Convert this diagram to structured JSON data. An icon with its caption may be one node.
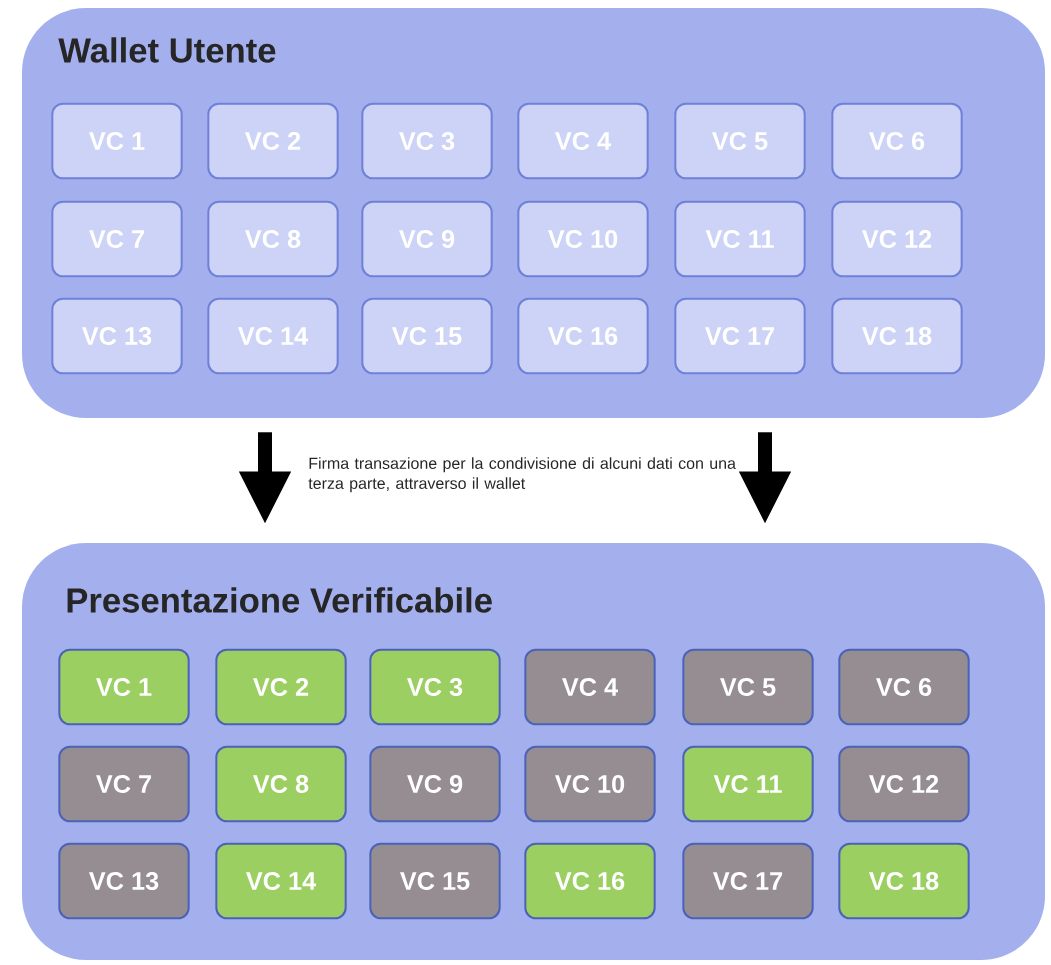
{
  "diagram": {
    "nodes": [
      {
        "text": [
          "Wallet Utente"
        ]
      },
      {
        "text": [
          "VC 1"
        ],
        "in": 0
      },
      {
        "text": [
          "VC 2"
        ],
        "in": 0
      },
      {
        "text": [
          "VC 3"
        ],
        "in": 0
      },
      {
        "text": [
          "VC 4"
        ],
        "in": 0
      },
      {
        "text": [
          "VC 5"
        ],
        "in": 0
      },
      {
        "text": [
          "VC 6"
        ],
        "in": 0
      },
      {
        "text": [
          "VC 7"
        ],
        "in": 0
      },
      {
        "text": [
          "VC 8"
        ],
        "in": 0
      },
      {
        "text": [
          "VC 9"
        ],
        "in": 0
      },
      {
        "text": [
          "VC 10"
        ],
        "in": 0
      },
      {
        "text": [
          "VC 11"
        ],
        "in": 0
      },
      {
        "text": [
          "VC 12"
        ],
        "in": 0
      },
      {
        "text": [
          "VC 13"
        ],
        "in": 0
      },
      {
        "text": [
          "VC 14"
        ],
        "in": 0
      },
      {
        "text": [
          "VC 15"
        ],
        "in": 0
      },
      {
        "text": [
          "VC 16"
        ],
        "in": 0
      },
      {
        "text": [
          "VC 17"
        ],
        "in": 0
      },
      {
        "text": [
          "VC 18"
        ],
        "in": 0
      },
      {
        "text": [
          "Presentazione Verificabile"
        ]
      },
      {
        "text": [
          "VC 1"
        ],
        "in": 19
      },
      {
        "text": [
          "VC 2"
        ],
        "in": 19
      },
      {
        "text": [
          "VC 3"
        ],
        "in": 19
      },
      {
        "text": [
          "VC 4"
        ],
        "in": 19
      },
      {
        "text": [
          "VC 5"
        ],
        "in": 19
      },
      {
        "text": [
          "VC 6"
        ],
        "in": 19
      },
      {
        "text": [
          "VC 7"
        ],
        "in": 19
      },
      {
        "text": [
          "VC 8"
        ],
        "in": 19
      },
      {
        "text": [
          "VC 9"
        ],
        "in": 19
      },
      {
        "text": [
          "VC 10"
        ],
        "in": 19
      },
      {
        "text": [
          "VC 11"
        ],
        "in": 19
      },
      {
        "text": [
          "VC 12"
        ],
        "in": 19
      },
      {
        "text": [
          "VC 13"
        ],
        "in": 19
      },
      {
        "text": [
          "VC 14"
        ],
        "in": 19
      },
      {
        "text": [
          "VC 15"
        ],
        "in": 19
      },
      {
        "text": [
          "VC 16"
        ],
        "in": 19
      },
      {
        "text": [
          "VC 17"
        ],
        "in": 19
      },
      {
        "text": [
          "VC 18"
        ],
        "in": 19
      }
    ],
    "edges": [
      {
        "from": 0,
        "to": 19,
        "arrow": "to"
      },
      {
        "from": 0,
        "to": 19,
        "arrow": "to"
      }
    ],
    "labels": [
      "Firma transazione per la condivisione di alcuni dati con una terza parte, attraverso il wallet"
    ]
  }
}
